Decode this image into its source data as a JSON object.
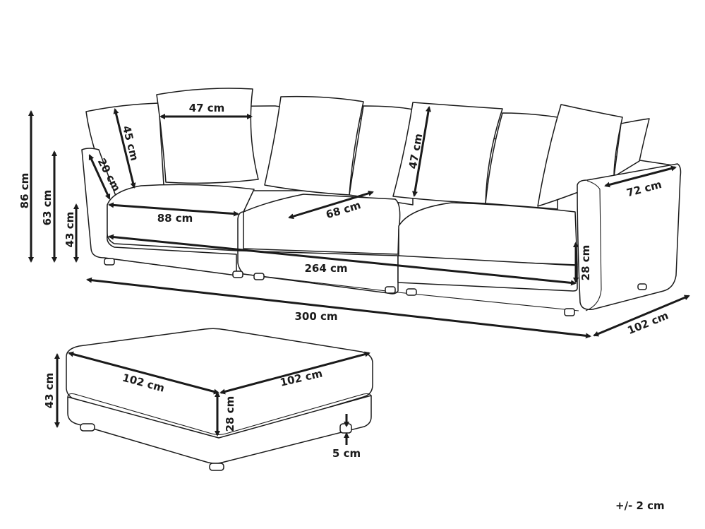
{
  "diagram": {
    "type": "product-dimension-drawing",
    "subject": "3-seater sofa with ottoman",
    "sofa": {
      "total_height": "86 cm",
      "armrest_height": "63 cm",
      "seat_height": "43 cm",
      "back_cushion_height": "45 cm",
      "armrest_depth_inner": "20 cm",
      "pillow_width": "47 cm",
      "pillow_height": "47 cm",
      "seat_width": "88 cm",
      "seat_depth": "68 cm",
      "inner_width": "264 cm",
      "total_width": "300 cm",
      "armrest_width": "72 cm",
      "seat_cushion_height": "28 cm",
      "total_depth": "102 cm"
    },
    "ottoman": {
      "width": "102 cm",
      "depth": "102 cm",
      "height": "43 cm",
      "cushion_height": "28 cm",
      "leg_height": "5 cm"
    },
    "tolerance": "+/- 2 cm"
  }
}
